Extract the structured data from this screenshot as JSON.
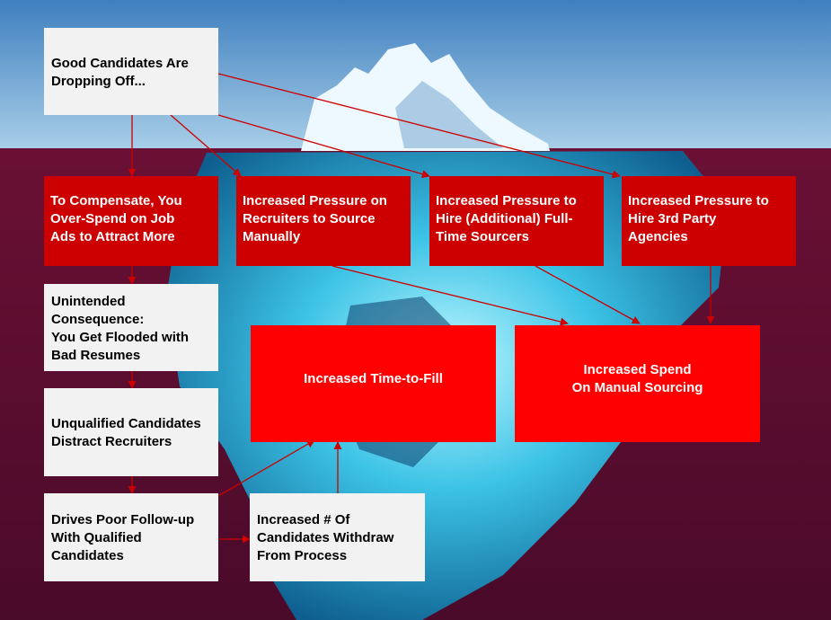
{
  "colors": {
    "sky_top": "#3f7fbf",
    "sky_bottom": "#a9cfe8",
    "sea": "#4a0a2a",
    "arrow": "#cc0000",
    "box_light": "#f2f2f2",
    "box_dark": "#cc0000",
    "box_bright": "#ff0000"
  },
  "icons": {
    "iceberg_above": "iceberg-tip-icon",
    "iceberg_below": "iceberg-underwater-icon"
  },
  "nodes": {
    "good_candidates": "Good Candidates Are\nDropping Off...",
    "compensate": "To Compensate, You\nOver-Spend on Job\nAds to Attract More",
    "pressure_recruiters": "Increased Pressure on\nRecruiters to Source\nManually",
    "pressure_sourcers": "Increased Pressure to\nHire (Additional) Full-\nTime Sourcers",
    "pressure_agencies": "Increased Pressure to\nHire 3rd Party\nAgencies",
    "unintended": "Unintended\nConsequence:\nYou Get Flooded with\nBad Resumes",
    "unqualified": "Unqualified Candidates\nDistract Recruiters",
    "poor_followup": "Drives Poor Follow-up\nWith Qualified\nCandidates",
    "withdraw": "Increased # Of\nCandidates Withdraw\nFrom Process",
    "time_to_fill": "Increased Time-to-Fill",
    "manual_spend": "Increased Spend\nOn Manual Sourcing"
  }
}
